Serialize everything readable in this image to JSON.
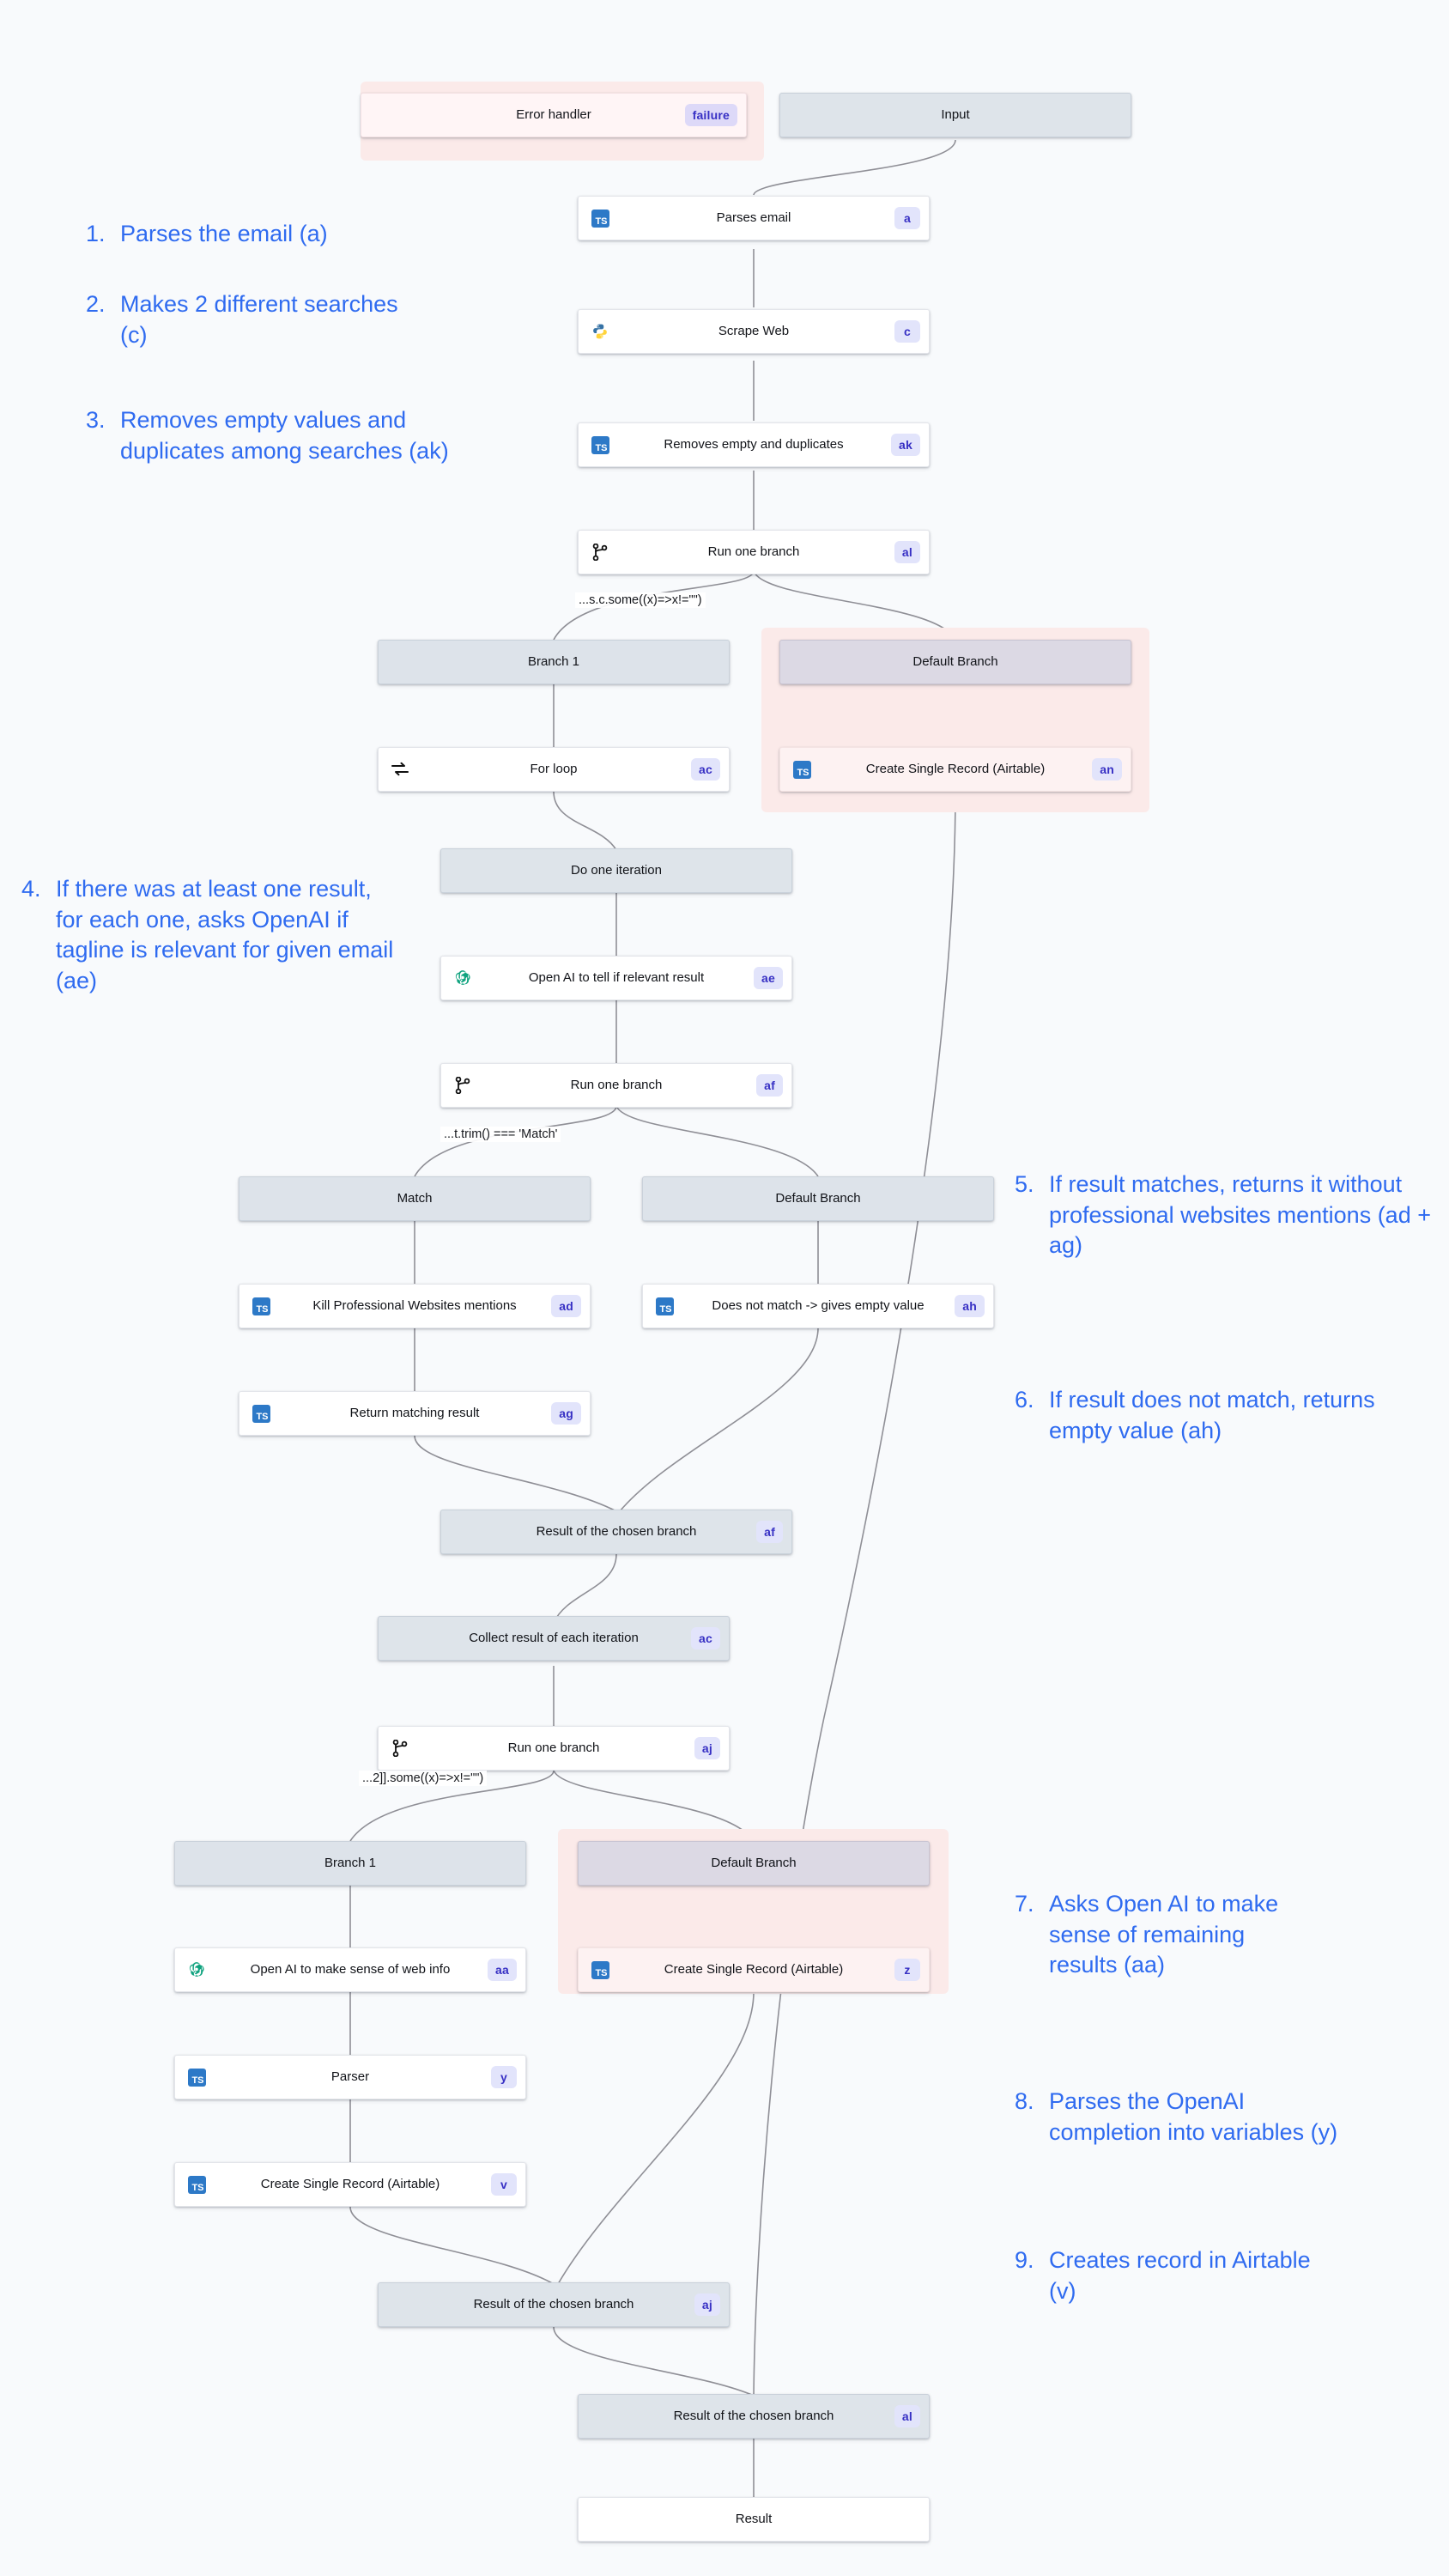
{
  "diagram": {
    "title": "Workflow flowchart",
    "accent_blue": "#2f6bf0",
    "badge_bg": "#e2e4fb",
    "badge_fg": "#3730c4"
  },
  "nodes": {
    "error_handler": {
      "label": "Error handler",
      "badge": "failure"
    },
    "input": {
      "label": "Input",
      "badge": ""
    },
    "parses_email": {
      "label": "Parses email",
      "badge": "a",
      "icon": "typescript-icon"
    },
    "scrape_web": {
      "label": "Scrape Web",
      "badge": "c",
      "icon": "python-icon"
    },
    "removes_empty": {
      "label": "Removes empty and duplicates",
      "badge": "ak",
      "icon": "typescript-icon"
    },
    "run_one_branch_al": {
      "label": "Run one branch",
      "badge": "al",
      "icon": "branch-icon"
    },
    "branch1_top": {
      "label": "Branch 1",
      "badge": ""
    },
    "default_branch_top": {
      "label": "Default Branch",
      "badge": ""
    },
    "for_loop": {
      "label": "For loop",
      "badge": "ac",
      "icon": "loop-icon"
    },
    "create_record_an": {
      "label": "Create Single Record (Airtable)",
      "badge": "an",
      "icon": "typescript-icon"
    },
    "do_one_iteration": {
      "label": "Do one iteration",
      "badge": ""
    },
    "openai_relevant": {
      "label": "Open AI to tell if relevant result",
      "badge": "ae",
      "icon": "openai-icon"
    },
    "run_one_branch_af": {
      "label": "Run one branch",
      "badge": "af",
      "icon": "branch-icon"
    },
    "match": {
      "label": "Match",
      "badge": ""
    },
    "default_branch_mid": {
      "label": "Default Branch",
      "badge": ""
    },
    "kill_mentions": {
      "label": "Kill Professional Websites mentions",
      "badge": "ad",
      "icon": "typescript-icon"
    },
    "does_not_match": {
      "label": "Does not match -> gives empty value",
      "badge": "ah",
      "icon": "typescript-icon"
    },
    "return_matching": {
      "label": "Return matching result",
      "badge": "ag",
      "icon": "typescript-icon"
    },
    "result_chosen_af": {
      "label": "Result of the chosen branch",
      "badge": "af"
    },
    "collect_result": {
      "label": "Collect result of each iteration",
      "badge": "ac"
    },
    "run_one_branch_aj": {
      "label": "Run one branch",
      "badge": "aj",
      "icon": "branch-icon"
    },
    "branch1_bottom": {
      "label": "Branch 1",
      "badge": ""
    },
    "default_branch_bottom": {
      "label": "Default Branch",
      "badge": ""
    },
    "openai_sense": {
      "label": "Open AI to make sense of web info",
      "badge": "aa",
      "icon": "openai-icon"
    },
    "create_record_z": {
      "label": "Create Single Record (Airtable)",
      "badge": "z",
      "icon": "typescript-icon"
    },
    "parser": {
      "label": "Parser",
      "badge": "y",
      "icon": "typescript-icon"
    },
    "create_record_v": {
      "label": "Create Single Record (Airtable)",
      "badge": "v",
      "icon": "typescript-icon"
    },
    "result_chosen_aj": {
      "label": "Result of the chosen branch",
      "badge": "aj"
    },
    "result_chosen_al": {
      "label": "Result of the chosen branch",
      "badge": "al"
    },
    "result": {
      "label": "Result",
      "badge": ""
    }
  },
  "edge_labels": {
    "cond_al": "...s.c.some((x)=>x!=\"\")",
    "cond_af": "...t.trim() === 'Match'",
    "cond_aj": "...2]].some((x)=>x!=\"\")"
  },
  "annotations": [
    {
      "num": "1.",
      "text": "Parses the email (a)"
    },
    {
      "num": "2.",
      "text": "Makes 2 different searches (c)"
    },
    {
      "num": "3.",
      "text": "Removes empty values and duplicates among searches (ak)"
    },
    {
      "num": "4.",
      "text": "If there was at least one result, for each one, asks OpenAI if tagline is relevant for given email (ae)"
    },
    {
      "num": "5.",
      "text": "If result matches, returns it without professional websites mentions (ad + ag)"
    },
    {
      "num": "6.",
      "text": "If result does not match, returns empty value (ah)"
    },
    {
      "num": "7.",
      "text": "Asks Open AI to make sense of remaining results (aa)"
    },
    {
      "num": "8.",
      "text": "Parses the OpenAI completion into variables (y)"
    },
    {
      "num": "9.",
      "text": "Creates record in Airtable (v)"
    }
  ]
}
